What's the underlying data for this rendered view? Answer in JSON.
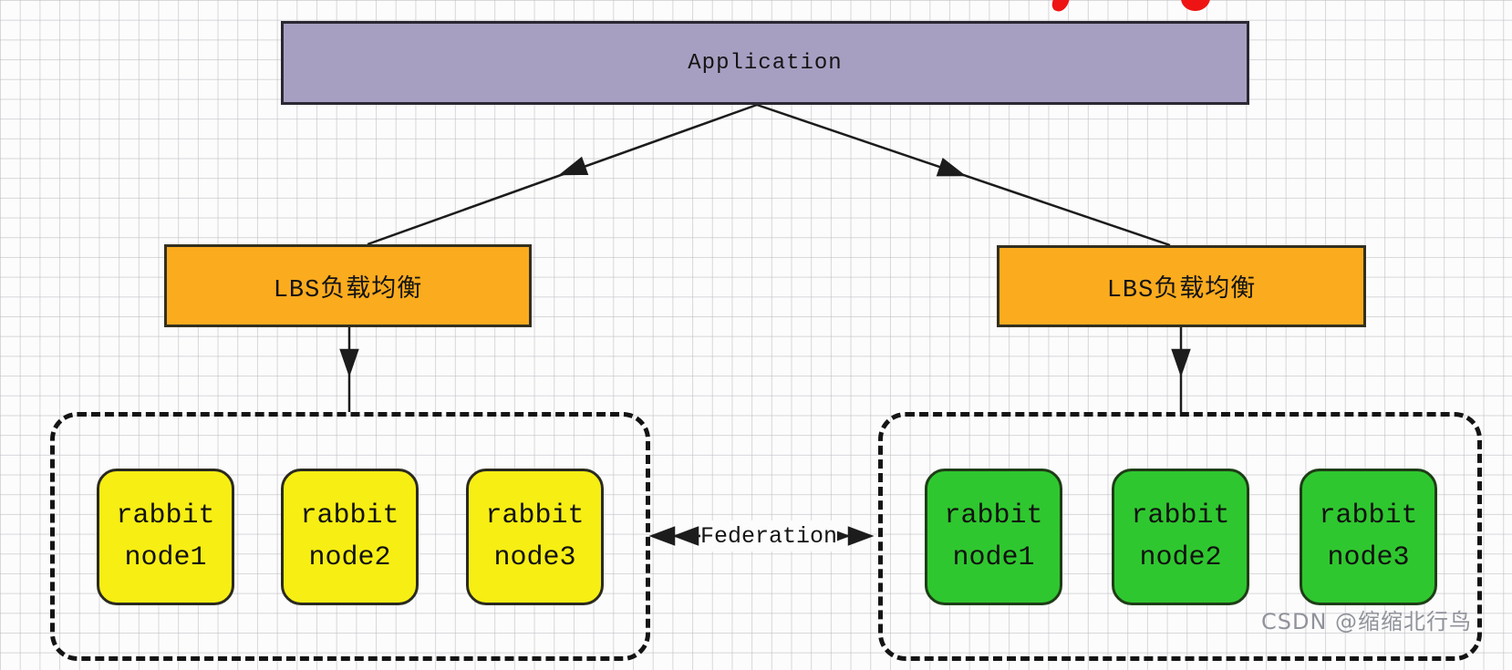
{
  "application": {
    "label": "Application"
  },
  "load_balancer_left": {
    "label": "LBS负载均衡"
  },
  "load_balancer_right": {
    "label": "LBS负载均衡"
  },
  "federation": {
    "label": "Federation"
  },
  "cluster_left": {
    "nodes": [
      {
        "line1": "rabbit",
        "line2": "node1"
      },
      {
        "line1": "rabbit",
        "line2": "node2"
      },
      {
        "line1": "rabbit",
        "line2": "node3"
      }
    ]
  },
  "cluster_right": {
    "nodes": [
      {
        "line1": "rabbit",
        "line2": "node1"
      },
      {
        "line1": "rabbit",
        "line2": "node2"
      },
      {
        "line1": "rabbit",
        "line2": "node3"
      }
    ]
  },
  "watermark": {
    "label": "CSDN @缩缩北行鸟"
  },
  "colors": {
    "application_fill": "#a79fc2",
    "lbs_fill": "#fbab1e",
    "node_left_fill": "#f7ee14",
    "node_right_fill": "#2fc72f",
    "annotation_red": "#ee1414",
    "connector_line": "#1c1c1c",
    "grid_line": "#b9b9c0",
    "watermark_gray": "#90939a"
  }
}
